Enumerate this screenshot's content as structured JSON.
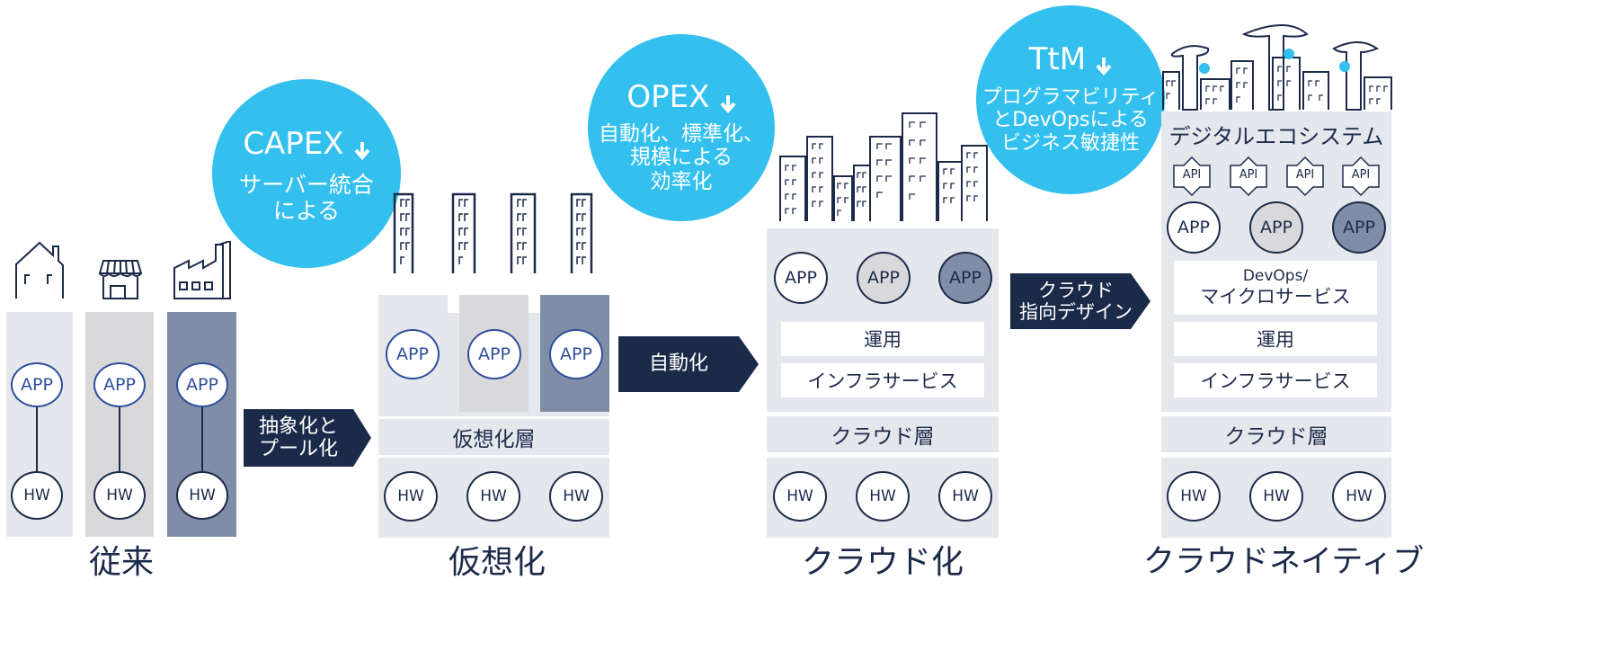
{
  "stages": {
    "traditional": "従来",
    "virtual": "仮想化",
    "cloud": "クラウド化",
    "native": "クラウドネイティブ"
  },
  "labels": {
    "app": "APP",
    "hw": "HW",
    "api": "API",
    "virtual_layer": "仮想化層",
    "cloud_layer": "クラウド層",
    "operations": "運用",
    "infra_service": "インフラサービス",
    "devops_line1": "DevOps/",
    "devops_line2": "マイクロサービス",
    "digital_ecosystem": "デジタルエコシステム"
  },
  "arrows": {
    "abstraction": "抽象化と\nプール化",
    "automation": "自動化",
    "cloud_design": "クラウド\n指向デザイン"
  },
  "bubbles": {
    "capex": {
      "head": "CAPEX",
      "sub": "サーバー統合\nによる"
    },
    "opex": {
      "head": "OPEX",
      "sub": "自動化、標準化、\n規模による\n効率化"
    },
    "ttm": {
      "head": "TtM",
      "sub": "プログラマビリティ\nとDevOpsによる\nビジネス敏捷性"
    }
  },
  "icons": [
    "house-icon",
    "shop-icon",
    "factory-icon",
    "office-building-icon",
    "city-skyline-icon",
    "futuristic-city-icon",
    "down-arrow-icon"
  ],
  "colors": {
    "navy": "#1c2a4a",
    "light_panel": "#e4e7ec",
    "mid_gray": "#d9d9dc",
    "slate": "#7f8ea6",
    "bubble_blue": "#33c0ee",
    "app_blue": "#2e4f9c"
  }
}
